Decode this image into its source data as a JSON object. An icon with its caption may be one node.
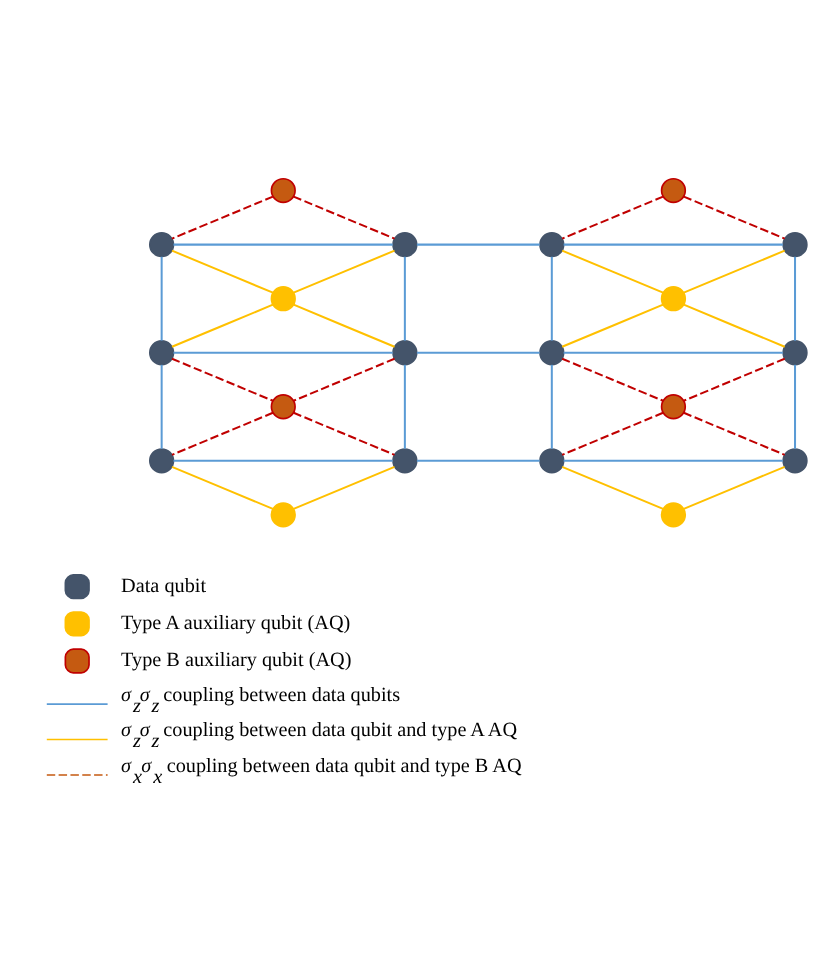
{
  "diagram": {
    "nodes": [
      {
        "text": [],
        "shape": "circle"
      },
      {
        "text": [],
        "shape": "circle"
      },
      {
        "text": [],
        "shape": "circle"
      },
      {
        "text": [],
        "shape": "circle"
      },
      {
        "text": [],
        "shape": "circle"
      },
      {
        "text": [],
        "shape": "circle"
      },
      {
        "text": [],
        "shape": "circle"
      },
      {
        "text": [],
        "shape": "circle"
      },
      {
        "text": [],
        "shape": "circle"
      },
      {
        "text": [],
        "shape": "circle"
      },
      {
        "text": [],
        "shape": "circle"
      },
      {
        "text": [],
        "shape": "circle"
      },
      {
        "text": [],
        "shape": "circle"
      },
      {
        "text": [],
        "shape": "circle"
      },
      {
        "text": [],
        "shape": "circle"
      },
      {
        "text": [],
        "shape": "circle"
      },
      {
        "text": [],
        "shape": "circle"
      },
      {
        "text": [],
        "shape": "circle"
      },
      {
        "text": [],
        "shape": "circle"
      },
      {
        "text": [],
        "shape": "circle"
      }
    ],
    "edges": [
      {
        "from": 2,
        "to": 3,
        "arrow": "none"
      },
      {
        "from": 3,
        "to": 4,
        "arrow": "none"
      },
      {
        "from": 4,
        "to": 5,
        "arrow": "none"
      },
      {
        "from": 8,
        "to": 9,
        "arrow": "none"
      },
      {
        "from": 9,
        "to": 10,
        "arrow": "none"
      },
      {
        "from": 10,
        "to": 11,
        "arrow": "none"
      },
      {
        "from": 14,
        "to": 15,
        "arrow": "none"
      },
      {
        "from": 15,
        "to": 16,
        "arrow": "none"
      },
      {
        "from": 16,
        "to": 17,
        "arrow": "none"
      },
      {
        "from": 2,
        "to": 8,
        "arrow": "none"
      },
      {
        "from": 8,
        "to": 14,
        "arrow": "none"
      },
      {
        "from": 3,
        "to": 9,
        "arrow": "none"
      },
      {
        "from": 9,
        "to": 15,
        "arrow": "none"
      },
      {
        "from": 4,
        "to": 10,
        "arrow": "none"
      },
      {
        "from": 10,
        "to": 16,
        "arrow": "none"
      },
      {
        "from": 5,
        "to": 11,
        "arrow": "none"
      },
      {
        "from": 11,
        "to": 17,
        "arrow": "none"
      },
      {
        "from": 2,
        "to": 6,
        "arrow": "none",
        "color": "#ffc000"
      },
      {
        "from": 3,
        "to": 6,
        "arrow": "none",
        "color": "#ffc000"
      },
      {
        "from": 6,
        "to": 8,
        "arrow": "none",
        "color": "#ffc000"
      },
      {
        "from": 6,
        "to": 9,
        "arrow": "none",
        "color": "#ffc000"
      },
      {
        "from": 4,
        "to": 7,
        "arrow": "none",
        "color": "#ffc000"
      },
      {
        "from": 5,
        "to": 7,
        "arrow": "none",
        "color": "#ffc000"
      },
      {
        "from": 7,
        "to": 10,
        "arrow": "none",
        "color": "#ffc000"
      },
      {
        "from": 7,
        "to": 11,
        "arrow": "none",
        "color": "#ffc000"
      },
      {
        "from": 14,
        "to": 18,
        "arrow": "none",
        "color": "#ffc000"
      },
      {
        "from": 15,
        "to": 18,
        "arrow": "none",
        "color": "#ffc000"
      },
      {
        "from": 16,
        "to": 19,
        "arrow": "none",
        "color": "#ffc000"
      },
      {
        "from": 17,
        "to": 19,
        "arrow": "none",
        "color": "#ffc000"
      },
      {
        "from": 0,
        "to": 2,
        "arrow": "none",
        "style": "dashed",
        "color": "#c00000"
      },
      {
        "from": 0,
        "to": 3,
        "arrow": "none",
        "style": "dashed",
        "color": "#c00000"
      },
      {
        "from": 1,
        "to": 4,
        "arrow": "none",
        "style": "dashed",
        "color": "#c00000"
      },
      {
        "from": 1,
        "to": 5,
        "arrow": "none",
        "style": "dashed",
        "color": "#c00000"
      },
      {
        "from": 8,
        "to": 12,
        "arrow": "none",
        "style": "dashed",
        "color": "#c00000"
      },
      {
        "from": 9,
        "to": 12,
        "arrow": "none",
        "style": "dashed",
        "color": "#c00000"
      },
      {
        "from": 12,
        "to": 14,
        "arrow": "none",
        "style": "dashed",
        "color": "#c00000"
      },
      {
        "from": 12,
        "to": 15,
        "arrow": "none",
        "style": "dashed",
        "color": "#c00000"
      },
      {
        "from": 10,
        "to": 13,
        "arrow": "none",
        "style": "dashed",
        "color": "#c00000"
      },
      {
        "from": 11,
        "to": 13,
        "arrow": "none",
        "style": "dashed",
        "color": "#c00000"
      },
      {
        "from": 13,
        "to": 16,
        "arrow": "none",
        "style": "dashed",
        "color": "#c00000"
      },
      {
        "from": 13,
        "to": 17,
        "arrow": "none",
        "style": "dashed",
        "color": "#c00000"
      }
    ],
    "legend": [
      {
        "text": "Data qubit"
      },
      {
        "text": "Type A auxiliary qubit (AQ)"
      },
      {
        "text": "Type B auxiliary qubit (AQ)"
      },
      {
        "text": "σ$_{z}$σ$_{z}$ coupling between data qubits"
      },
      {
        "text": "σ$_{z}$σ$_{z}$ coupling between data qubit and type A AQ"
      },
      {
        "text": "σ$_{x}$σ$_{x}$ coupling between data qubit and type B AQ"
      }
    ]
  }
}
